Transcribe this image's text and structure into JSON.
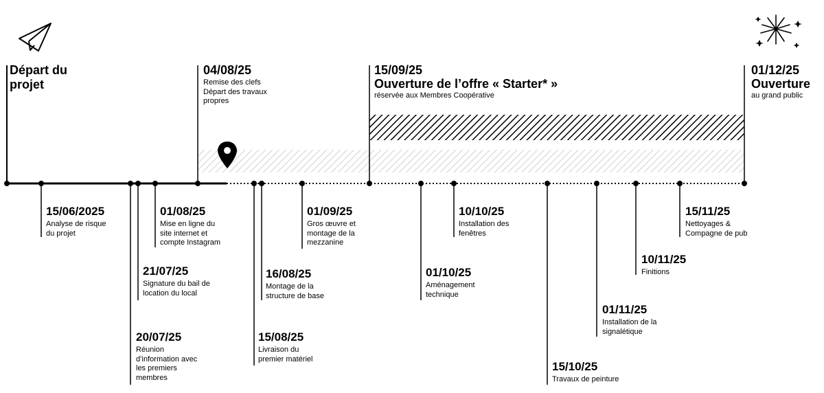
{
  "colors": {
    "ink": "#000000",
    "hatch_light": "#d8d8d8",
    "fade": "#bbbbbb"
  },
  "icons": {
    "start": "paper-plane-icon",
    "end": "fireworks-icon",
    "current": "location-pin-icon"
  },
  "milestones_top": [
    {
      "id": "depart",
      "title": "Départ du\nprojet"
    },
    {
      "id": "remise",
      "date": "04/08/25",
      "desc": "Remise des clefs\nDépart des travaux\npropres"
    },
    {
      "id": "starter",
      "date": "15/09/25",
      "title": "Ouverture de l’offre « Starter* »",
      "desc": "réservée aux Membres Coopérative"
    },
    {
      "id": "ouverture",
      "date": "01/12/25",
      "title": "Ouverture",
      "desc": "au grand public"
    }
  ],
  "milestones_bottom": [
    {
      "id": "m1",
      "date": "15/06/2025",
      "desc": "Analyse de risque\ndu projet"
    },
    {
      "id": "m2",
      "date": "01/08/25",
      "desc": "Mise en ligne du\nsite internet et\ncompte Instagram"
    },
    {
      "id": "m3",
      "date": "21/07/25",
      "desc": "Signature du bail de\nlocation du local"
    },
    {
      "id": "m4",
      "date": "20/07/25",
      "desc": "Réunion\nd’information avec\nles premiers\nmembres"
    },
    {
      "id": "m5",
      "date": "01/09/25",
      "desc": "Gros œuvre et\nmontage de la\nmezzanine"
    },
    {
      "id": "m6",
      "date": "16/08/25",
      "desc": "Montage de la\nstructure de base"
    },
    {
      "id": "m7",
      "date": "15/08/25",
      "desc": "Livraison du\npremier matériel"
    },
    {
      "id": "m8",
      "date": "10/10/25",
      "desc": "Installation des\nfenêtres"
    },
    {
      "id": "m9",
      "date": "01/10/25",
      "desc": "Aménagement\ntechnique"
    },
    {
      "id": "m10",
      "date": "15/10/25",
      "desc": "Travaux de peinture"
    },
    {
      "id": "m11",
      "date": "01/11/25",
      "desc": "Installation de la\nsignalétique"
    },
    {
      "id": "m12",
      "date": "10/11/25",
      "desc": "Finitions"
    },
    {
      "id": "m13",
      "date": "15/11/25",
      "desc": "Nettoyages &\nCompagne de pub"
    }
  ]
}
